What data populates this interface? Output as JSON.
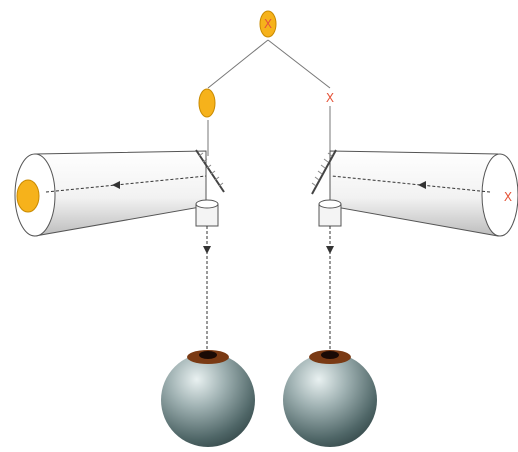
{
  "labels": {
    "top_marker": "X",
    "right_marker": "X",
    "right_tube_marker": "X"
  },
  "colors": {
    "yellow": "#F6B21B",
    "yellow_stroke": "#C98A00",
    "red": "#E5553A",
    "outline": "#555555",
    "iris": "#7A3A14",
    "pupil": "#1A0A05"
  }
}
